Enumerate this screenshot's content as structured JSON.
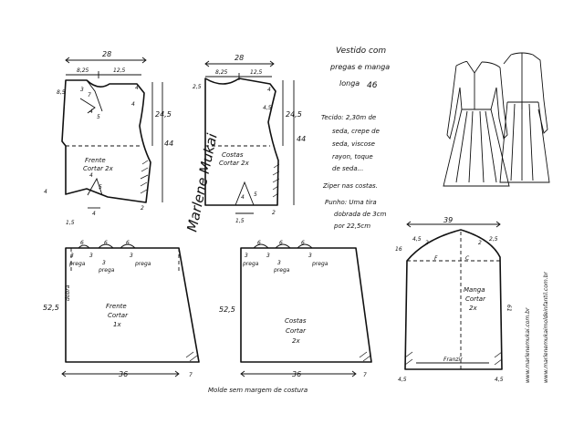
{
  "dress": {
    "title_line1": "Vestido com",
    "title_line2": "pregas e manga",
    "title_line3": "longa",
    "size": "46"
  },
  "notes": {
    "tecido": "Tecido: 2,30m de",
    "line2": "seda, crepe de",
    "line3": "seda, viscose",
    "line4": "rayon, toque",
    "line5": "de seda...",
    "ziper": "Ziper nas costas.",
    "punho1": "Punho: Uma tira",
    "punho2": "dobrada de 3cm",
    "punho3": "por 22,5cm"
  },
  "bodice_front": {
    "width": "28",
    "shoulder_left": "8,25",
    "shoulder_right": "12,5",
    "neck_left": "8,5",
    "neck_right": "4",
    "dart_3": "3",
    "dart_7": "7",
    "dart_4": "4",
    "dart_5": "5",
    "armhole_4": "4",
    "length": "24,5",
    "total": "44",
    "label1": "Frente",
    "label2": "Cortar 2x",
    "waist_4": "4",
    "waist_5": "5",
    "bottom_4": "4",
    "bottom_15": "1,5",
    "right_2": "2"
  },
  "bodice_back": {
    "width": "28",
    "shoulder_left": "8,25",
    "shoulder_right": "12,5",
    "neck_left": "2,5",
    "neck_right": "4",
    "armhole_45": "4,5",
    "length": "24,5",
    "total": "44",
    "label1": "Costas",
    "label2": "Cortar 2x",
    "bottom_4": "4",
    "bottom_5": "5",
    "right_2": "2",
    "bottom_15": "1,5"
  },
  "signature": "Marlene Mukai",
  "skirt_front": {
    "top1": "6",
    "top2": "6",
    "top3": "6",
    "prega1": "prega",
    "prega2": "prega",
    "prega3": "prega",
    "n3a": "3",
    "n3b": "3",
    "n3c": "3",
    "n3d": "3",
    "height": "52,5",
    "fold": "dobra",
    "label1": "Frente",
    "label2": "Cortar",
    "label3": "1x",
    "width": "36",
    "right": "7"
  },
  "skirt_back": {
    "top1": "6",
    "top2": "6",
    "top3": "6",
    "prega1": "prega",
    "prega2": "prega",
    "prega3": "prega",
    "n3a": "3",
    "n3b": "3",
    "n3c": "3",
    "n3d": "3",
    "height": "52,5",
    "label1": "Costas",
    "label2": "Cortar",
    "label3": "2x",
    "width": "36",
    "right": "7"
  },
  "sleeve": {
    "width": "39",
    "left_h": "16",
    "left_a": "4,5",
    "left_b": "2",
    "right_h": "2,5",
    "right_b": "2",
    "f": "F",
    "c": "C",
    "label1": "Manga",
    "label2": "Cortar",
    "label3": "2x",
    "side": "61",
    "franzir": "Franzir",
    "bottom_left": "4,5",
    "bottom_right": "4,5"
  },
  "footer": "Molde sem margem de costura",
  "website1": "www.marlenemukai.com.br",
  "website2": "www.marlenemukaimoldeinfantil.com.br"
}
